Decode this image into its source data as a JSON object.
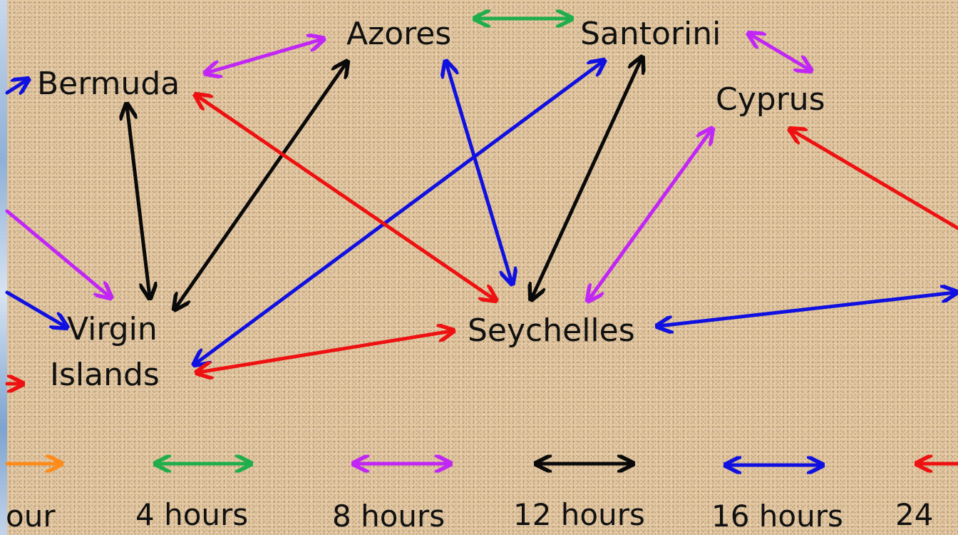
{
  "colors": {
    "one_hour": "#ff8c1a",
    "four_hours": "#1fae4b",
    "eight_hours": "#c026f5",
    "twelve_hours": "#0a0a0a",
    "sixteen_hours": "#1010e0",
    "twenty_four_hours": "#ee1111"
  },
  "nodes": {
    "azores": "Azores",
    "santorini": "Santorini",
    "bermuda": "Bermuda",
    "cyprus": "Cyprus",
    "virgin": "Virgin",
    "islands": "Islands",
    "seychelles": "Seychelles"
  },
  "legend": {
    "one_hour": "our",
    "four_hours": "4 hours",
    "eight_hours": "8 hours",
    "twelve_hours": "12 hours",
    "sixteen_hours": "16 hours",
    "twenty_four_hours": "24"
  }
}
